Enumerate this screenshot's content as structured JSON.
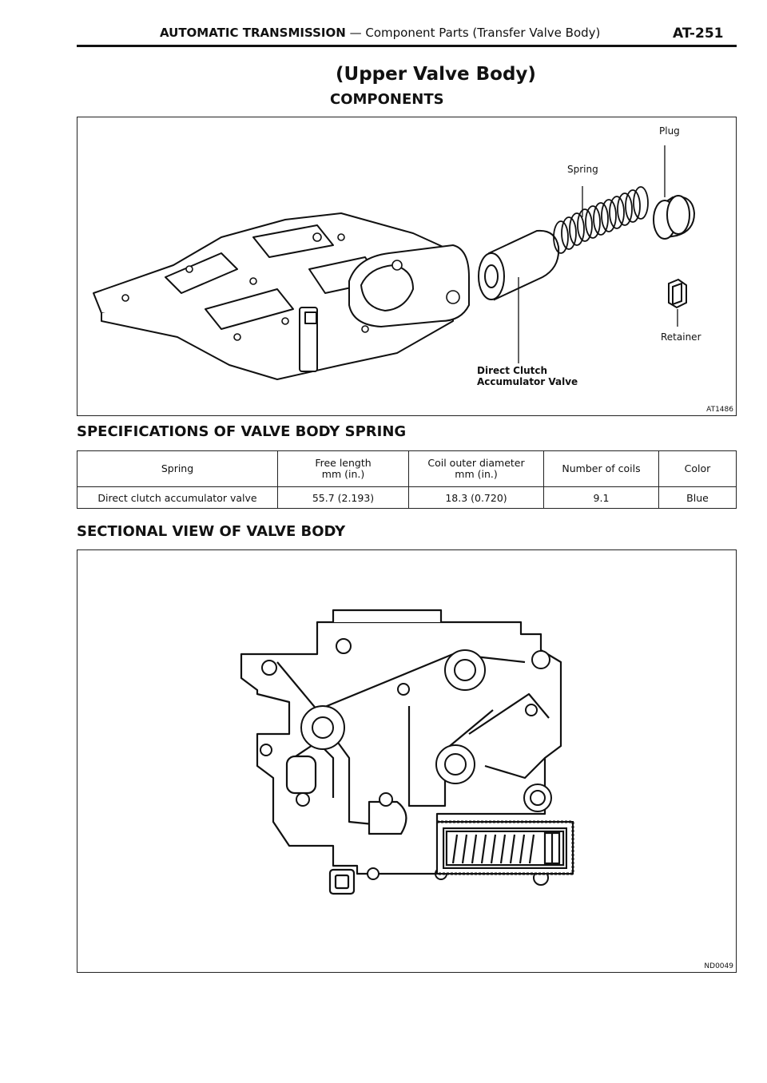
{
  "header": {
    "section": "AUTOMATIC TRANSMISSION",
    "dash": " — ",
    "subsection": "Component Parts (Transfer Valve Body)",
    "page": "AT-251"
  },
  "title": "(Upper Valve Body)",
  "subtitle": "COMPONENTS",
  "components_figure": {
    "labels": {
      "plug": "Plug",
      "spring": "Spring",
      "retainer": "Retainer",
      "valve_line1": "Direct Clutch",
      "valve_line2": "Accumulator Valve"
    },
    "code": "AT1486"
  },
  "spec_section": {
    "heading": "SPECIFICATIONS OF VALVE BODY SPRING",
    "headers": [
      [
        "Spring"
      ],
      [
        "Free length",
        "mm (in.)"
      ],
      [
        "Coil outer diameter",
        "mm (in.)"
      ],
      [
        "Number of coils"
      ],
      [
        "Color"
      ]
    ],
    "rows": [
      [
        "Direct clutch accumulator valve",
        "55.7  (2.193)",
        "18.3  (0.720)",
        "9.1",
        "Blue"
      ]
    ]
  },
  "sectional_section": {
    "heading": "SECTIONAL VIEW OF VALVE BODY",
    "code": "ND0049"
  }
}
